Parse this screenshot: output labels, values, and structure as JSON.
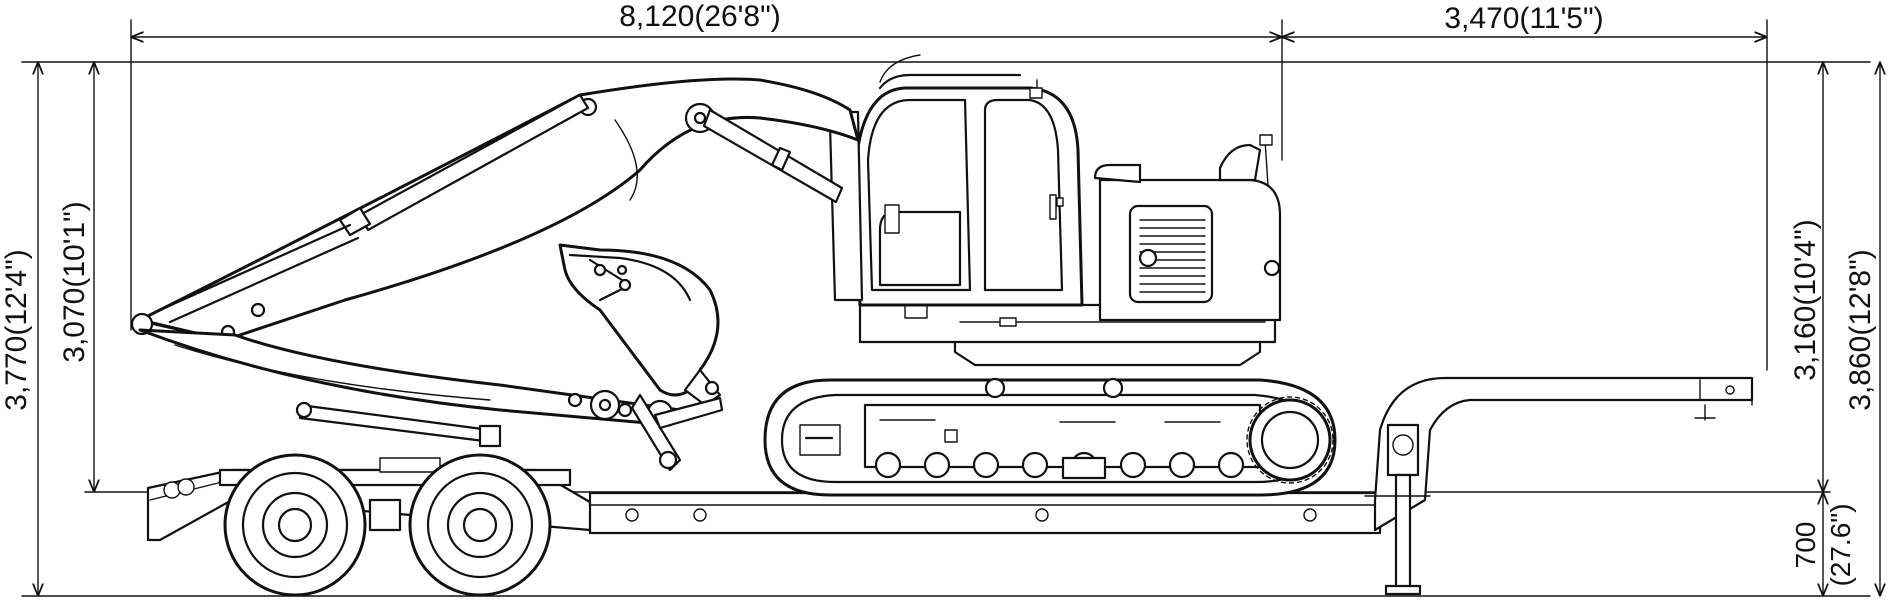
{
  "dimensions": {
    "overall_length": "8,120(26'8\")",
    "front_overhang": "3,470(11'5\")",
    "total_height_left": "3,770(12'4\")",
    "machine_height_boom": "3,070(10'1\")",
    "machine_height_cab": "3,160(10'4\")",
    "total_height_right_a": "3,860(12'8\")",
    "deck_height_a": "700",
    "deck_height_b": "(27.6\")"
  },
  "colors": {
    "line": "#111111",
    "background": "#ffffff"
  }
}
